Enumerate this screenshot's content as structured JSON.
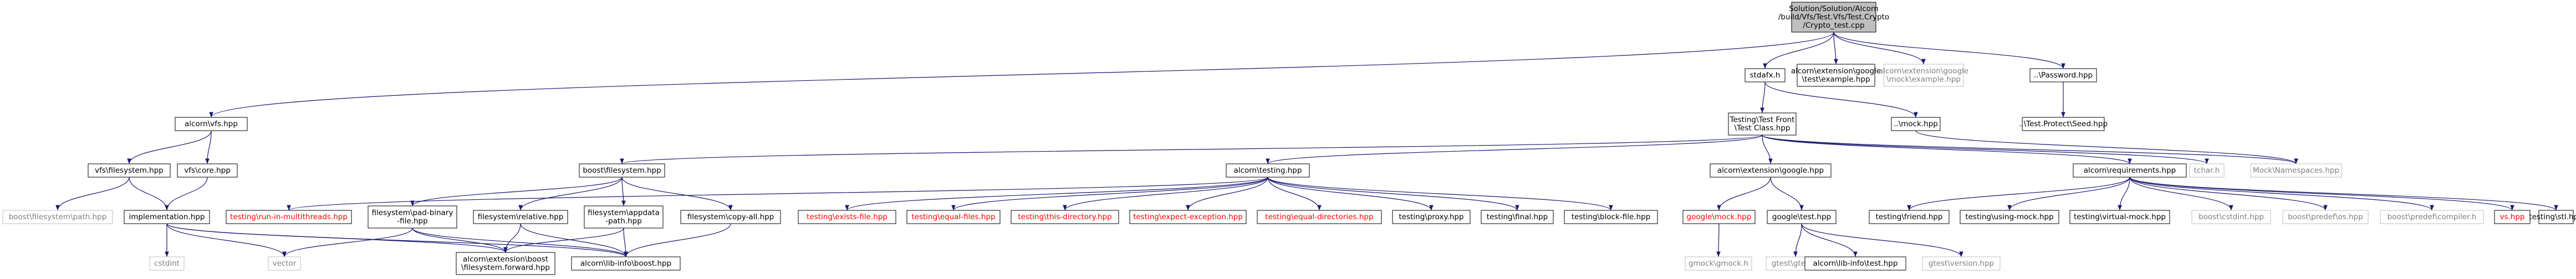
{
  "diagram": {
    "colors": {
      "edge": "#191970",
      "border_normal": "#000000",
      "border_missing": "#bfbfbf",
      "text_normal": "#000000",
      "text_missing": "#7f7f7f",
      "text_red": "#ff0000",
      "root_fill": "#bfbfbf",
      "fill": "#ffffff"
    },
    "nodes": [
      {
        "id": "root",
        "kind": "root",
        "lines": [
          "Solution/Solution/Alcorn",
          "/build/Vfs/Test.Vfs/Test.Crypto",
          "/Crypto_test.cpp"
        ]
      },
      {
        "id": "vfs_hpp",
        "kind": "normal",
        "lines": [
          "alcorn\\vfs.hpp"
        ]
      },
      {
        "id": "stdafx",
        "kind": "normal",
        "lines": [
          "stdafx.h"
        ]
      },
      {
        "id": "gtest_example",
        "kind": "normal",
        "lines": [
          "alcorn\\extension\\google",
          "\\test\\example.hpp"
        ]
      },
      {
        "id": "gmock_example",
        "kind": "missing",
        "lines": [
          "alcorn\\extension\\google",
          "\\mock\\example.hpp"
        ]
      },
      {
        "id": "password",
        "kind": "normal",
        "lines": [
          "..\\Password.hpp"
        ]
      },
      {
        "id": "vfs_filesystem",
        "kind": "normal",
        "lines": [
          "vfs\\filesystem.hpp"
        ]
      },
      {
        "id": "vfs_core",
        "kind": "normal",
        "lines": [
          "vfs\\core.hpp"
        ]
      },
      {
        "id": "testing_test_front",
        "kind": "normal",
        "lines": [
          "Testing\\Test Front",
          "\\Test Class.hpp"
        ]
      },
      {
        "id": "mock_hpp",
        "kind": "normal",
        "lines": [
          "..\\mock.hpp"
        ]
      },
      {
        "id": "seed_hpp",
        "kind": "normal",
        "lines": [
          "..\\Test.Protect\\Seed.hpp"
        ]
      },
      {
        "id": "boost_filesystem_path",
        "kind": "missing",
        "lines": [
          "boost\\filesystem\\path.hpp"
        ]
      },
      {
        "id": "implementation",
        "kind": "normal",
        "lines": [
          "implementation.hpp"
        ]
      },
      {
        "id": "cstdint",
        "kind": "missing",
        "lines": [
          "cstdint"
        ]
      },
      {
        "id": "vector",
        "kind": "missing",
        "lines": [
          "vector"
        ]
      },
      {
        "id": "boost_filesystem_hpp",
        "kind": "normal",
        "lines": [
          "boost\\filesystem.hpp"
        ]
      },
      {
        "id": "alcorn_testing",
        "kind": "normal",
        "lines": [
          "alcorn\\testing.hpp"
        ]
      },
      {
        "id": "alcorn_ext_google",
        "kind": "normal",
        "lines": [
          "alcorn\\extension\\google.hpp"
        ]
      },
      {
        "id": "alcorn_requirements",
        "kind": "normal",
        "lines": [
          "alcorn\\requirements.hpp"
        ]
      },
      {
        "id": "tchar",
        "kind": "missing",
        "lines": [
          "tchar.h"
        ]
      },
      {
        "id": "mock_namespaces",
        "kind": "missing",
        "lines": [
          "Mock\\Namespaces.hpp"
        ]
      },
      {
        "id": "run_in_multithreads",
        "kind": "red",
        "lines": [
          "testing\\run-in-multithreads.hpp"
        ]
      },
      {
        "id": "fs_pad_binary",
        "kind": "normal",
        "lines": [
          "filesystem\\pad-binary",
          "-file.hpp"
        ]
      },
      {
        "id": "fs_relative",
        "kind": "normal",
        "lines": [
          "filesystem\\relative.hpp"
        ]
      },
      {
        "id": "fs_appdata",
        "kind": "normal",
        "lines": [
          "filesystem\\appdata",
          "-path.hpp"
        ]
      },
      {
        "id": "fs_copy_all",
        "kind": "normal",
        "lines": [
          "filesystem\\copy-all.hpp"
        ]
      },
      {
        "id": "boost_fs_forward",
        "kind": "normal",
        "lines": [
          "alcorn\\extension\\boost",
          "\\filesystem.forward.hpp"
        ]
      },
      {
        "id": "lib_info_boost",
        "kind": "normal",
        "lines": [
          "alcorn\\lib-info\\boost.hpp"
        ]
      },
      {
        "id": "t_exists_file",
        "kind": "red",
        "lines": [
          "testing\\exists-file.hpp"
        ]
      },
      {
        "id": "t_equal_files",
        "kind": "red",
        "lines": [
          "testing\\equal-files.hpp"
        ]
      },
      {
        "id": "t_this_directory",
        "kind": "red",
        "lines": [
          "testing\\this-directory.hpp"
        ]
      },
      {
        "id": "t_expect_exception",
        "kind": "red",
        "lines": [
          "testing\\expect-exception.hpp"
        ]
      },
      {
        "id": "t_equal_directories",
        "kind": "red",
        "lines": [
          "testing\\equal-directories.hpp"
        ]
      },
      {
        "id": "t_proxy",
        "kind": "normal",
        "lines": [
          "testing\\proxy.hpp"
        ]
      },
      {
        "id": "t_final",
        "kind": "normal",
        "lines": [
          "testing\\final.hpp"
        ]
      },
      {
        "id": "t_block_file",
        "kind": "normal",
        "lines": [
          "testing\\block-file.hpp"
        ]
      },
      {
        "id": "google_mock",
        "kind": "red",
        "lines": [
          "google\\mock.hpp"
        ]
      },
      {
        "id": "google_test",
        "kind": "normal",
        "lines": [
          "google\\test.hpp"
        ]
      },
      {
        "id": "gmock_gmock",
        "kind": "missing",
        "lines": [
          "gmock\\gmock.h"
        ]
      },
      {
        "id": "gtest_gtest",
        "kind": "missing",
        "lines": [
          "gtest\\gtest.h"
        ]
      },
      {
        "id": "lib_info_test",
        "kind": "normal",
        "lines": [
          "alcorn\\lib-info\\test.hpp"
        ]
      },
      {
        "id": "gtest_version",
        "kind": "missing",
        "lines": [
          "gtest\\version.hpp"
        ]
      },
      {
        "id": "t_friend",
        "kind": "normal",
        "lines": [
          "testing\\friend.hpp"
        ]
      },
      {
        "id": "t_using_mock",
        "kind": "normal",
        "lines": [
          "testing\\using-mock.hpp"
        ]
      },
      {
        "id": "t_virtual_mock",
        "kind": "normal",
        "lines": [
          "testing\\virtual-mock.hpp"
        ]
      },
      {
        "id": "boost_cstdint",
        "kind": "missing",
        "lines": [
          "boost\\cstdint.hpp"
        ]
      },
      {
        "id": "boost_predef_os",
        "kind": "missing",
        "lines": [
          "boost\\predef\\os.hpp"
        ]
      },
      {
        "id": "boost_predef_compiler",
        "kind": "missing",
        "lines": [
          "boost\\predef\\compiler.h"
        ]
      },
      {
        "id": "vs_hpp",
        "kind": "red",
        "lines": [
          "vs.hpp"
        ]
      },
      {
        "id": "t_stl",
        "kind": "normal",
        "lines": [
          "testing\\stl.hpp"
        ]
      }
    ],
    "edges": [
      [
        "root",
        "vfs_hpp"
      ],
      [
        "root",
        "stdafx"
      ],
      [
        "root",
        "gtest_example"
      ],
      [
        "root",
        "gmock_example"
      ],
      [
        "root",
        "password"
      ],
      [
        "vfs_hpp",
        "vfs_filesystem"
      ],
      [
        "vfs_hpp",
        "vfs_core"
      ],
      [
        "vfs_filesystem",
        "boost_filesystem_path"
      ],
      [
        "vfs_filesystem",
        "implementation"
      ],
      [
        "vfs_core",
        "implementation"
      ],
      [
        "implementation",
        "cstdint"
      ],
      [
        "implementation",
        "vector"
      ],
      [
        "implementation",
        "boost_fs_forward"
      ],
      [
        "implementation",
        "lib_info_boost"
      ],
      [
        "stdafx",
        "testing_test_front"
      ],
      [
        "stdafx",
        "mock_hpp"
      ],
      [
        "password",
        "seed_hpp"
      ],
      [
        "mock_hpp",
        "mock_namespaces"
      ],
      [
        "testing_test_front",
        "boost_filesystem_hpp"
      ],
      [
        "testing_test_front",
        "alcorn_testing"
      ],
      [
        "testing_test_front",
        "alcorn_ext_google"
      ],
      [
        "testing_test_front",
        "alcorn_requirements"
      ],
      [
        "testing_test_front",
        "tchar"
      ],
      [
        "testing_test_front",
        "mock_namespaces"
      ],
      [
        "boost_filesystem_hpp",
        "fs_pad_binary"
      ],
      [
        "boost_filesystem_hpp",
        "fs_relative"
      ],
      [
        "boost_filesystem_hpp",
        "fs_appdata"
      ],
      [
        "boost_filesystem_hpp",
        "fs_copy_all"
      ],
      [
        "fs_pad_binary",
        "vector"
      ],
      [
        "fs_pad_binary",
        "boost_fs_forward"
      ],
      [
        "fs_pad_binary",
        "lib_info_boost"
      ],
      [
        "fs_relative",
        "boost_fs_forward"
      ],
      [
        "fs_relative",
        "lib_info_boost"
      ],
      [
        "fs_appdata",
        "boost_fs_forward"
      ],
      [
        "fs_appdata",
        "lib_info_boost"
      ],
      [
        "fs_copy_all",
        "lib_info_boost"
      ],
      [
        "alcorn_testing",
        "run_in_multithreads"
      ],
      [
        "alcorn_testing",
        "t_exists_file"
      ],
      [
        "alcorn_testing",
        "t_equal_files"
      ],
      [
        "alcorn_testing",
        "t_this_directory"
      ],
      [
        "alcorn_testing",
        "t_expect_exception"
      ],
      [
        "alcorn_testing",
        "t_equal_directories"
      ],
      [
        "alcorn_testing",
        "t_proxy"
      ],
      [
        "alcorn_testing",
        "t_final"
      ],
      [
        "alcorn_testing",
        "t_block_file"
      ],
      [
        "alcorn_ext_google",
        "google_mock"
      ],
      [
        "alcorn_ext_google",
        "google_test"
      ],
      [
        "google_mock",
        "gmock_gmock"
      ],
      [
        "google_test",
        "gtest_gtest"
      ],
      [
        "google_test",
        "lib_info_test"
      ],
      [
        "google_test",
        "gtest_version"
      ],
      [
        "alcorn_requirements",
        "t_friend"
      ],
      [
        "alcorn_requirements",
        "t_using_mock"
      ],
      [
        "alcorn_requirements",
        "t_virtual_mock"
      ],
      [
        "alcorn_requirements",
        "boost_cstdint"
      ],
      [
        "alcorn_requirements",
        "boost_predef_os"
      ],
      [
        "alcorn_requirements",
        "boost_predef_compiler"
      ],
      [
        "alcorn_requirements",
        "vs_hpp"
      ],
      [
        "alcorn_requirements",
        "t_stl"
      ]
    ]
  }
}
